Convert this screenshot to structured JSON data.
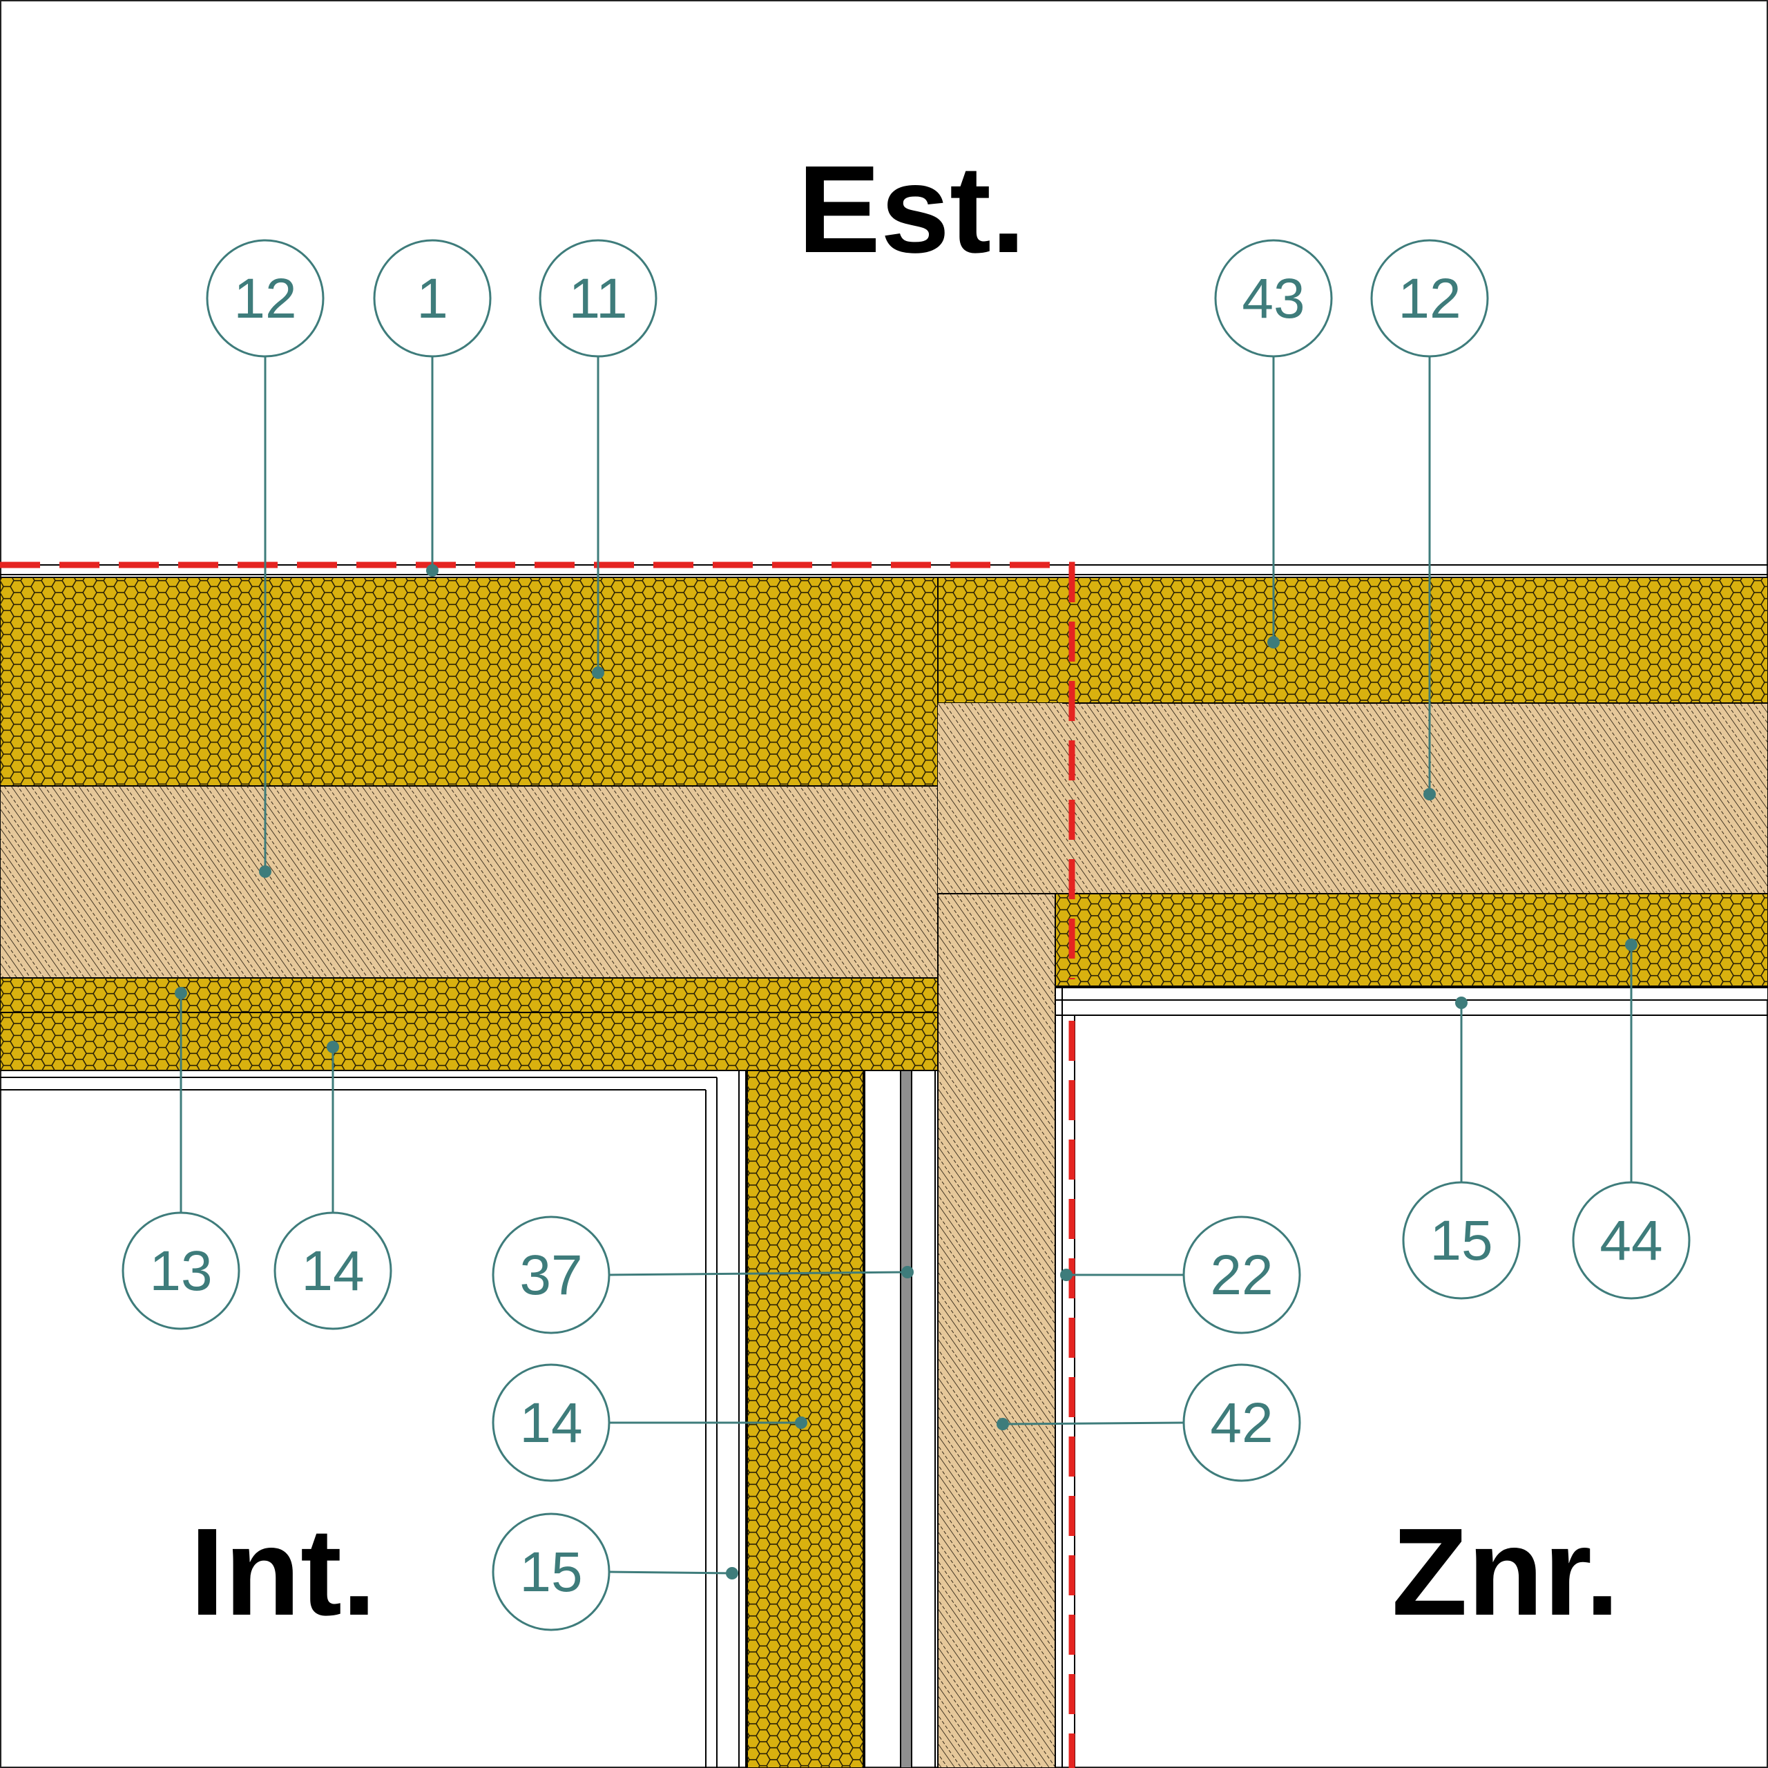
{
  "zones": {
    "exterior": "Est.",
    "interior": "Int.",
    "unheated": "Znr."
  },
  "callouts": [
    {
      "id": "c-12-top",
      "label": "12"
    },
    {
      "id": "c-1",
      "label": "1"
    },
    {
      "id": "c-11",
      "label": "11"
    },
    {
      "id": "c-43",
      "label": "43"
    },
    {
      "id": "c-12-right",
      "label": "12"
    },
    {
      "id": "c-13",
      "label": "13"
    },
    {
      "id": "c-14-left",
      "label": "14"
    },
    {
      "id": "c-37",
      "label": "37"
    },
    {
      "id": "c-14-mid",
      "label": "14"
    },
    {
      "id": "c-15-left",
      "label": "15"
    },
    {
      "id": "c-22",
      "label": "22"
    },
    {
      "id": "c-42",
      "label": "42"
    },
    {
      "id": "c-15-right",
      "label": "15"
    },
    {
      "id": "c-44",
      "label": "44"
    }
  ],
  "colors": {
    "insulation": "#d9b10f",
    "timber": "#e6c89a",
    "callout": "#3e7c7b",
    "airtight_line": "#e52421",
    "membrane": "#8f8f8f"
  }
}
